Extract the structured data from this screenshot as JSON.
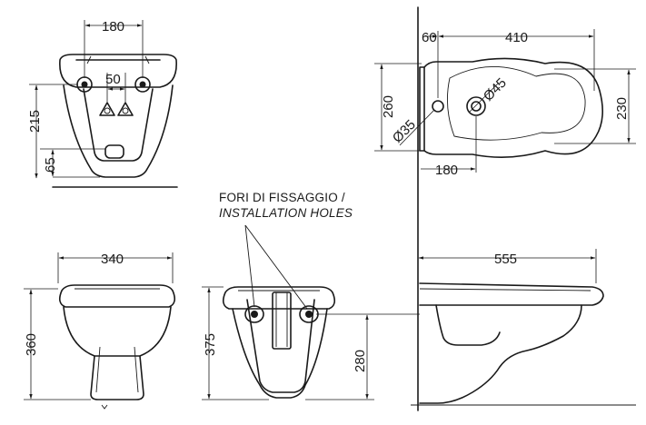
{
  "note": {
    "line1": "FORI DI FISSAGGIO /",
    "line2": "INSTALLATION HOLES"
  },
  "dimensions": {
    "rear_width": "180",
    "rear_holes": "50",
    "rear_height": "215",
    "rear_low": "65",
    "front_width": "340",
    "front_height": "360",
    "back_height": "375",
    "back_holes_height": "280",
    "top_rim": "60",
    "top_length": "410",
    "top_rear_width": "260",
    "top_width": "230",
    "top_hole_small": "Ø35",
    "top_hole_large": "Ø45",
    "top_hole_offset": "180",
    "side_length": "555"
  }
}
